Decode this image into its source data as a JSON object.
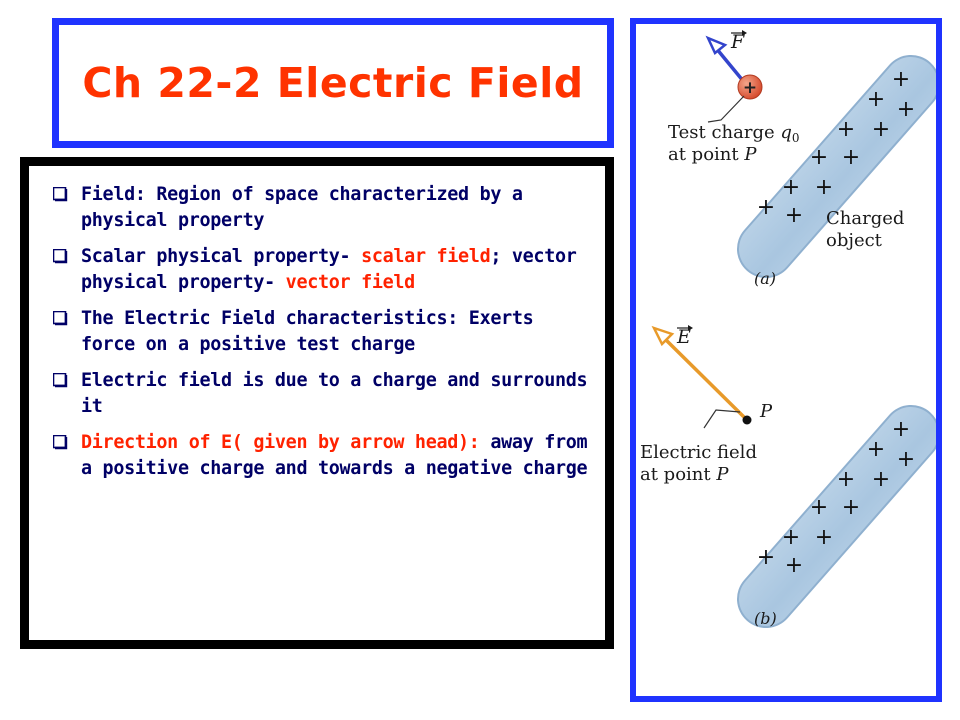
{
  "slide": {
    "title": "Ch 22-2 Electric Field",
    "bullets": [
      {
        "parts": [
          {
            "text": "Field: Region of space characterized by a physical property",
            "style": "normal"
          }
        ]
      },
      {
        "parts": [
          {
            "text": "Scalar physical property- ",
            "style": "normal"
          },
          {
            "text": "scalar field",
            "style": "red"
          },
          {
            "text": "; vector physical property- ",
            "style": "normal"
          },
          {
            "text": "vector field",
            "style": "red"
          }
        ]
      },
      {
        "parts": [
          {
            "text": "The Electric Field characteristics: Exerts force on a positive test charge",
            "style": "normal"
          }
        ]
      },
      {
        "parts": [
          {
            "text": "Electric field is due to a charge and surrounds it",
            "style": "normal"
          }
        ]
      },
      {
        "parts": [
          {
            "text": "Direction of E( given by arrow head):",
            "style": "red"
          },
          {
            "text": " away from a positive charge and towards a negative charge",
            "style": "normal"
          }
        ]
      }
    ]
  },
  "figure": {
    "panel_a": {
      "vector_symbol": "F",
      "charge_sign": "+",
      "label_test_charge_line1": "Test charge",
      "label_test_charge_q": "q",
      "label_test_charge_sub": "0",
      "label_test_charge_line2": "at point",
      "label_point": "P",
      "label_object_line1": "Charged",
      "label_object_line2": "object",
      "caption": "(a)"
    },
    "panel_b": {
      "vector_symbol": "E",
      "label_point": "P",
      "label_field_line1": "Electric field",
      "label_field_line2": "at point",
      "label_field_point": "P",
      "caption": "(b)"
    },
    "plus_sign": "+",
    "colors": {
      "force_arrow": "#3344cc",
      "field_arrow": "#e89a2a",
      "rod": "#a9c6e0",
      "test_charge": "#e25a3a"
    }
  }
}
